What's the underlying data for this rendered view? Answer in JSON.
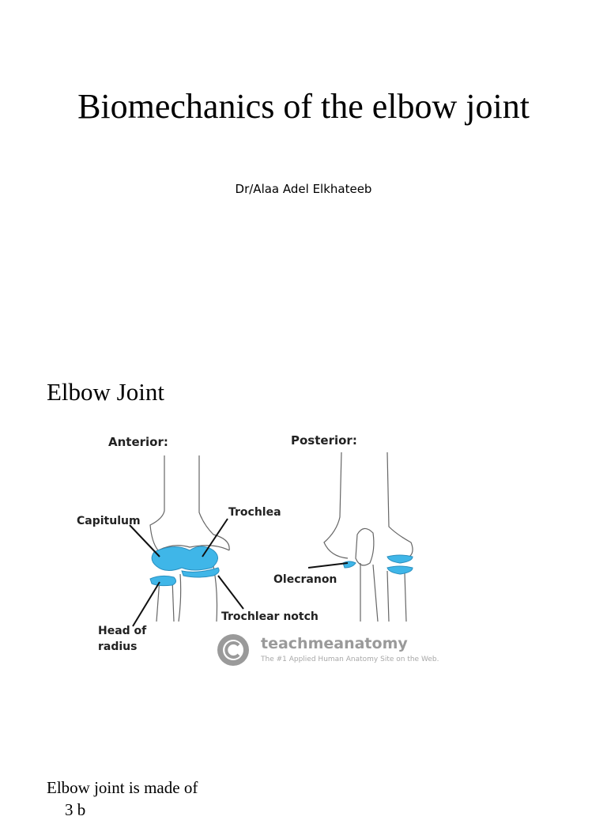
{
  "slide1": {
    "title": "Biomechanics of the elbow joint",
    "author": "Dr/Alaa Adel Elkhateeb"
  },
  "slide2": {
    "title": "Elbow Joint",
    "figure": {
      "anterior_label": "Anterior:",
      "posterior_label": "Posterior:",
      "labels": {
        "capitulum": "Capitulum",
        "trochlea": "Trochlea",
        "head_of_radius_1": "Head of",
        "head_of_radius_2": "radius",
        "trochlear_notch": "Trochlear notch",
        "olecranon": "Olecranon"
      },
      "watermark": {
        "brand": "teachmeanatomy",
        "tagline": "The #1 Applied Human Anatomy Site on the Web."
      },
      "cartilage_color": "#3fb6e8"
    }
  },
  "slide3": {
    "body_line_1": "Elbow joint is made of",
    "body_line_2": "3 b"
  }
}
